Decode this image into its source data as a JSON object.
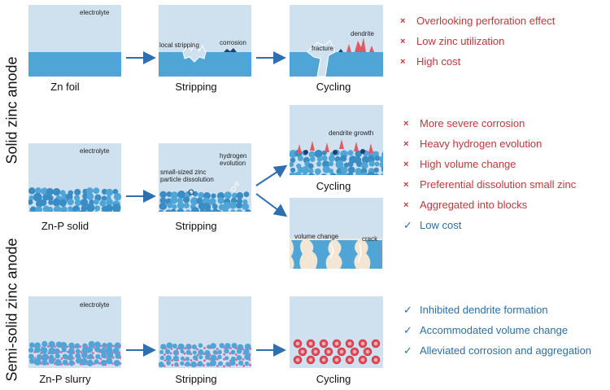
{
  "side_labels": {
    "solid": "Solid zinc anode",
    "semi_solid": "Semi-solid zinc anode"
  },
  "row1": {
    "panel_labels": {
      "electrolyte": "electrolyte",
      "local_stripping": "local stripping",
      "corrosion": "corrosion",
      "fracture": "fracture",
      "dendrite": "dendrite"
    },
    "captions": [
      "Zn foil",
      "Stripping",
      "Cycling"
    ],
    "list": [
      {
        "mark": "×",
        "kind": "neg",
        "text": "Overlooking perforation effect"
      },
      {
        "mark": "×",
        "kind": "neg",
        "text": "Low zinc utilization"
      },
      {
        "mark": "×",
        "kind": "neg",
        "text": "High cost"
      }
    ]
  },
  "row2": {
    "panel_labels": {
      "electrolyte": "electrolyte",
      "hydrogen_evolution": "hydrogen\nevolution",
      "small_zinc_dissolution": "small-sized zinc\nparticle dissolution",
      "dendrite_growth": "dendrite growth",
      "volume_change": "volume change",
      "crack": "crack"
    },
    "captions": [
      "Zn-P solid",
      "Stripping",
      "Cycling"
    ],
    "list": [
      {
        "mark": "×",
        "kind": "neg",
        "text": "More severe corrosion"
      },
      {
        "mark": "×",
        "kind": "neg",
        "text": "Heavy hydrogen evolution"
      },
      {
        "mark": "×",
        "kind": "neg",
        "text": "High volume change"
      },
      {
        "mark": "×",
        "kind": "neg",
        "text": "Preferential dissolution small zinc"
      },
      {
        "mark": "×",
        "kind": "neg",
        "text": "Aggregated into blocks"
      },
      {
        "mark": "✓",
        "kind": "pos",
        "text": "Low cost"
      }
    ]
  },
  "row3": {
    "panel_labels": {
      "electrolyte": "electrolyte"
    },
    "captions": [
      "Zn-P slurry",
      "Stripping",
      "Cycling"
    ],
    "list": [
      {
        "mark": "✓",
        "kind": "pos",
        "text": "Inhibited dendrite formation"
      },
      {
        "mark": "✓",
        "kind": "pos",
        "text": "Accommodated volume change"
      },
      {
        "mark": "✓",
        "kind": "pos",
        "text": "Alleviated corrosion and aggregation"
      }
    ]
  },
  "colors": {
    "electrolyte": "#cfe0ef",
    "zinc": "#4fa6d6",
    "zinc_dark": "#3a8cc4",
    "arrow": "#2f6fb0",
    "dendrite": "#e05a63",
    "corrosion": "#1f3f73",
    "slurry_dot": "#d86ab0",
    "gel": "#f3e6d4",
    "ring": "#d23b4d"
  }
}
